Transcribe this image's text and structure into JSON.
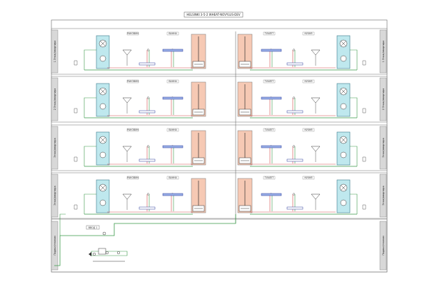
{
  "title": "HELSINKI 3-5-2 WHEAT-NOVYLUS-DEV",
  "rooms": [
    "РАКОВИН",
    "ВАННА",
    "ТУАЛЕТ",
    "КУХНЯ"
  ],
  "floors": [
    {
      "left": "1 Этаж/квартира",
      "right": "1 Этаж/квартира"
    },
    {
      "left": "2 Этаж/квартира",
      "right": "2 Этаж/квартира"
    },
    {
      "left": "Этаж/квартира",
      "right": "Этаж/квартира"
    },
    {
      "left": "Этаж/квартира",
      "right": "Этаж/квартира"
    }
  ],
  "basement": {
    "left": "Подвал/техпом",
    "right": "Подвал/техпом",
    "label": "ВВОД 1"
  },
  "colors": {
    "green": "#3a9a4a",
    "red": "#d44a4a",
    "blue": "#2a3a9a",
    "cyan": "#bfe8ee",
    "riser": "#f6c9b4"
  }
}
